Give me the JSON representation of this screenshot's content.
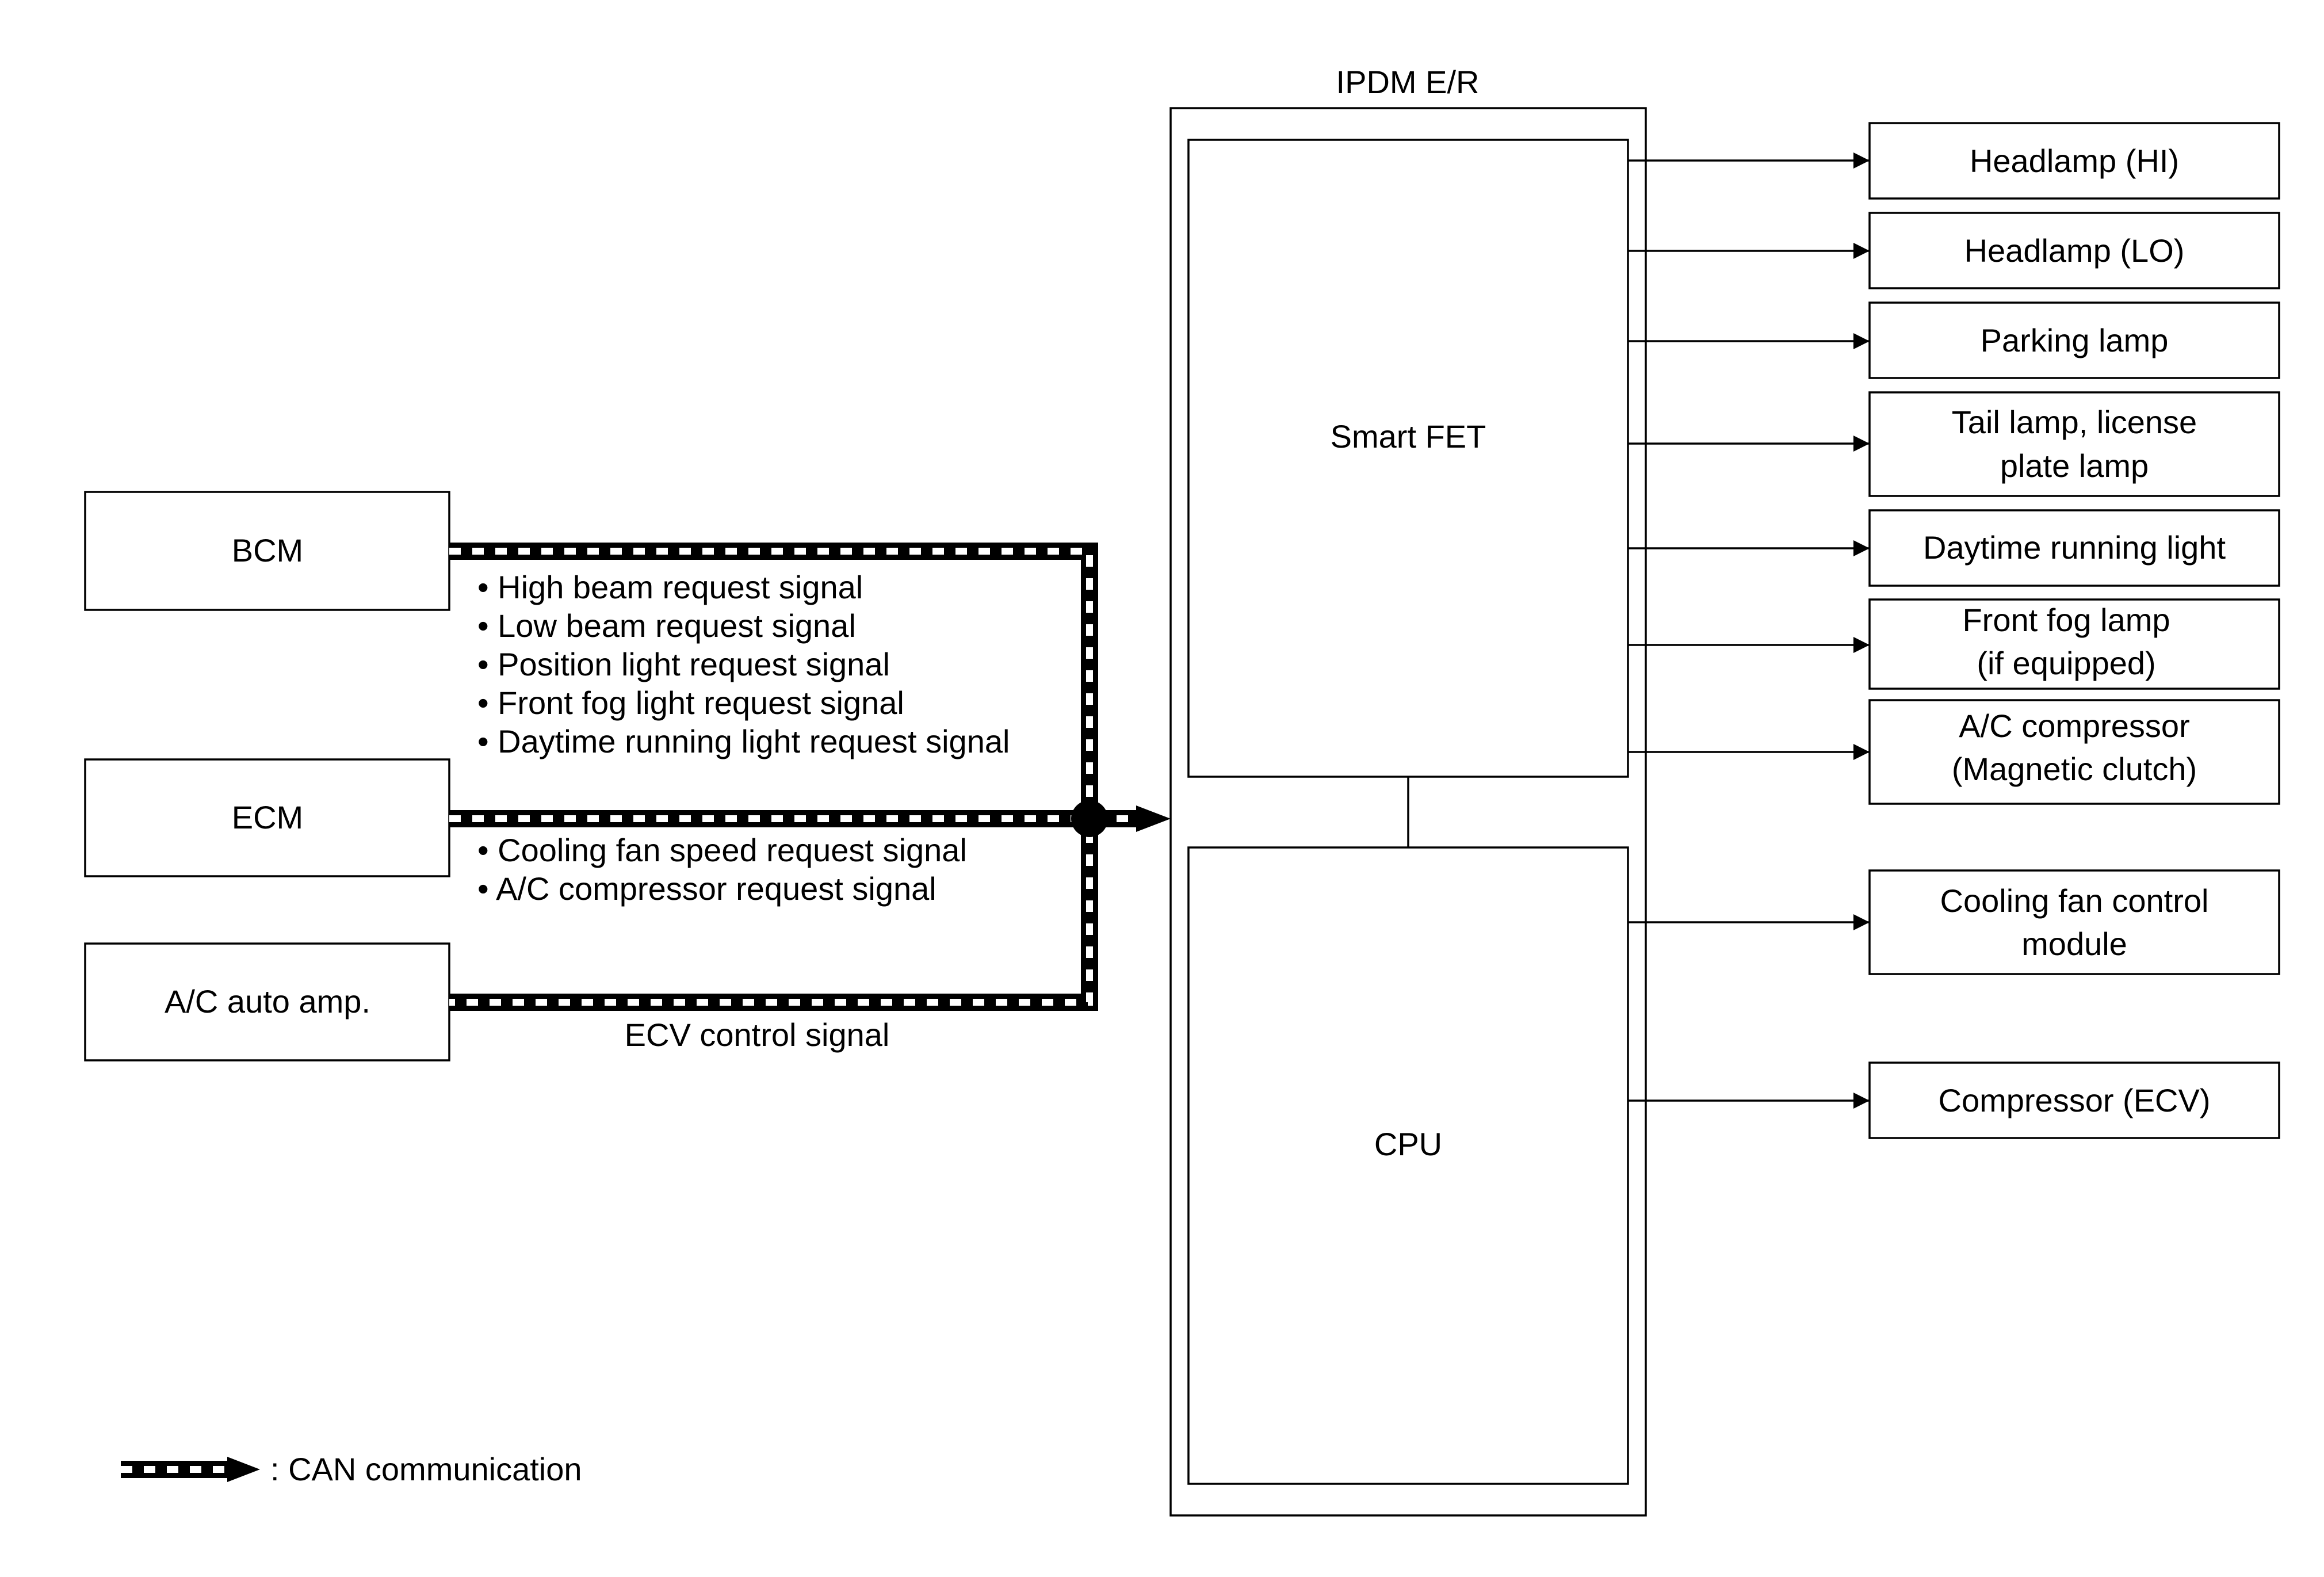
{
  "ipdm": {
    "title": "IPDM E/R",
    "smart_fet_label": "Smart FET",
    "cpu_label": "CPU"
  },
  "inputs": [
    {
      "name": "BCM"
    },
    {
      "name": "ECM"
    },
    {
      "name": "A/C auto amp."
    }
  ],
  "signals": {
    "bcm": [
      "• High beam request signal",
      "• Low beam request signal",
      "• Position light request signal",
      "• Front fog light request signal",
      "• Daytime running light request signal"
    ],
    "ecm": [
      "• Cooling fan speed request signal",
      "• A/C compressor request signal"
    ],
    "ac_auto_amp": "ECV control signal"
  },
  "outputs": [
    {
      "lines": [
        "Headlamp (HI)"
      ]
    },
    {
      "lines": [
        "Headlamp (LO)"
      ]
    },
    {
      "lines": [
        "Parking lamp"
      ]
    },
    {
      "lines": [
        "Tail lamp, license",
        "plate lamp"
      ]
    },
    {
      "lines": [
        "Daytime running light"
      ]
    },
    {
      "lines": [
        "Front fog lamp",
        "(if equipped)"
      ]
    },
    {
      "lines": [
        "A/C compressor",
        "(Magnetic clutch)"
      ]
    },
    {
      "lines": [
        "Cooling fan control",
        "module"
      ]
    },
    {
      "lines": [
        "Compressor (ECV)"
      ]
    }
  ],
  "legend": {
    "label": ": CAN communication"
  }
}
